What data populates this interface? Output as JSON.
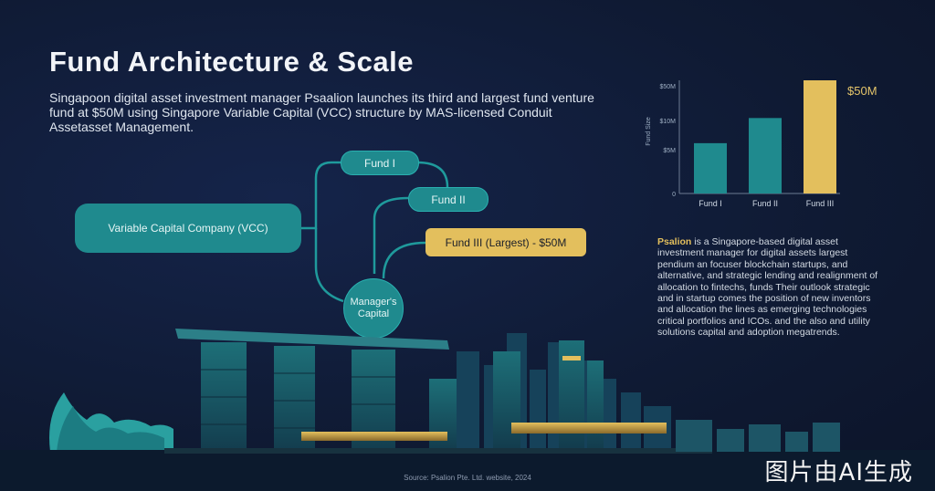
{
  "title": "Fund Architecture & Scale",
  "intro": "Singapoon digital asset investment manager Psaalion launches its third and largest fund venture fund at $50M using Singapore Variable Capital (VCC) structure by MAS-licensed Conduit Assetasset Management.",
  "diagram": {
    "vcc": "Variable Capital Company (VCC)",
    "fund1": "Fund I",
    "fund2": "Fund II",
    "fund3": "Fund III (Largest) - $50M",
    "manager_line1": "Manager's",
    "manager_line2": "Capital"
  },
  "chart_data": {
    "type": "bar",
    "categories": [
      "Fund I",
      "Fund II",
      "Fund III"
    ],
    "values": [
      8,
      12,
      18
    ],
    "y_ticks": [
      "0",
      "$5M",
      "$10M",
      "$50M"
    ],
    "ylabel": "Fund Size",
    "annotation": "$50M",
    "colors": [
      "#1f8a8e",
      "#1f8a8e",
      "#e3bf5d"
    ]
  },
  "description": {
    "brand": "Psalion",
    "text": " is a Singapore-based digital asset investment manager for digital assets largest pendium an focuser blockchain startups, and alternative, and strategic lending and realignment of allocation to fintechs, funds Their outlook strategic and in startup comes the position of new inventors and allocation the lines as emerging technologies critical portfolios and ICOs. and the also and utility solutions capital and adoption megatrends."
  },
  "source": "Source: Psalion Pte. Ltd. website, 2024",
  "watermark": "图片由AI生成"
}
